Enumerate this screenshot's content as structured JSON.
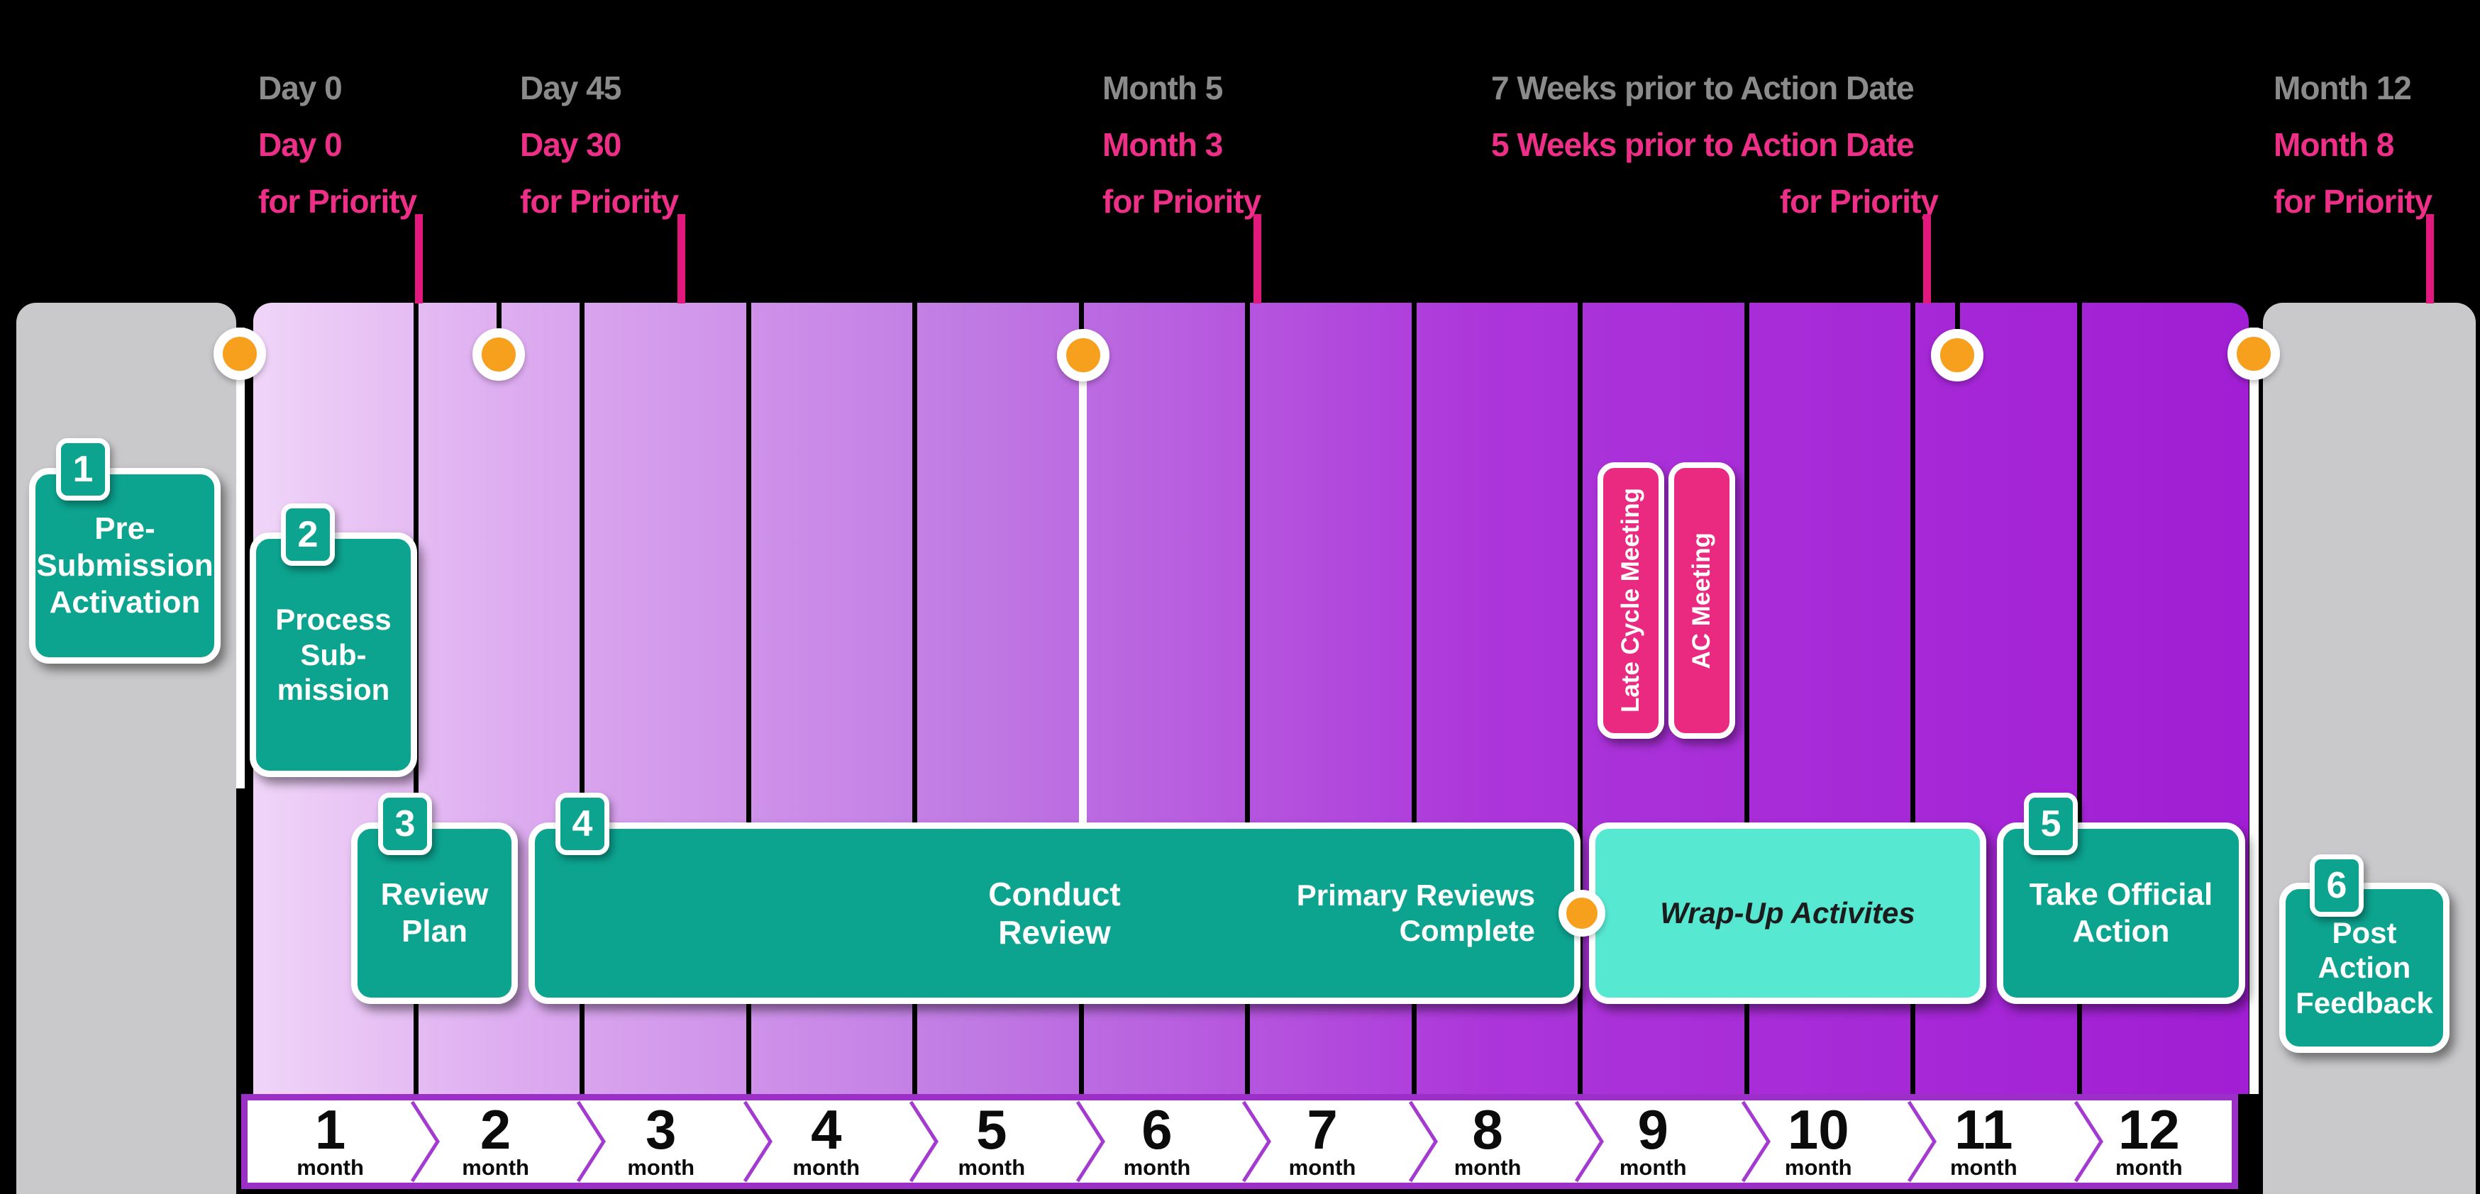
{
  "title": "Submission review process timeline",
  "colors": {
    "background": "#000000",
    "standard_label_gray": "#8B8B8B",
    "priority_pink": "#EE2F88",
    "connector_pink": "#E3187E",
    "band_gradient_start": "#F0D5F8",
    "band_gradient_end": "#A11ED4",
    "stage_teal": "#0CA38F",
    "wrapup_mint": "#57E8D2",
    "meeting_pink": "#E92A80",
    "milestone_orange": "#F7A01D",
    "side_panel_gray": "#C9C8CA",
    "month_bar_border_purple": "#9B2FC7"
  },
  "annotations": [
    {
      "standard": "Day 0",
      "priority": "Day 0",
      "suffix": "for Priority"
    },
    {
      "standard": "Day 45",
      "priority": "Day 30",
      "suffix": "for Priority"
    },
    {
      "standard": "Month 5",
      "priority": "Month 3",
      "suffix": "for Priority"
    },
    {
      "standard": "7 Weeks prior to Action Date",
      "priority": "5 Weeks prior to Action Date",
      "suffix": "for Priority"
    },
    {
      "standard": "Month 12",
      "priority": "Month 8",
      "suffix": "for Priority"
    }
  ],
  "stages": [
    {
      "number": "1",
      "label": "Pre-\nSubmission\nActivation"
    },
    {
      "number": "2",
      "label": "Process\nSub-\nmission"
    },
    {
      "number": "3",
      "label": "Review\nPlan"
    },
    {
      "number": "4",
      "label": "Conduct\nReview",
      "note": "Primary Reviews\nComplete"
    },
    {
      "label": "Wrap-Up Activites"
    },
    {
      "number": "5",
      "label": "Take Official\nAction"
    },
    {
      "number": "6",
      "label": "Post\nAction\nFeedback"
    }
  ],
  "meetings": [
    {
      "label": "Late Cycle Meeting"
    },
    {
      "label": "AC Meeting"
    }
  ],
  "months": [
    {
      "num": "1",
      "unit": "month"
    },
    {
      "num": "2",
      "unit": "month"
    },
    {
      "num": "3",
      "unit": "month"
    },
    {
      "num": "4",
      "unit": "month"
    },
    {
      "num": "5",
      "unit": "month"
    },
    {
      "num": "6",
      "unit": "month"
    },
    {
      "num": "7",
      "unit": "month"
    },
    {
      "num": "8",
      "unit": "month"
    },
    {
      "num": "9",
      "unit": "month"
    },
    {
      "num": "10",
      "unit": "month"
    },
    {
      "num": "11",
      "unit": "month"
    },
    {
      "num": "12",
      "unit": "month"
    }
  ]
}
